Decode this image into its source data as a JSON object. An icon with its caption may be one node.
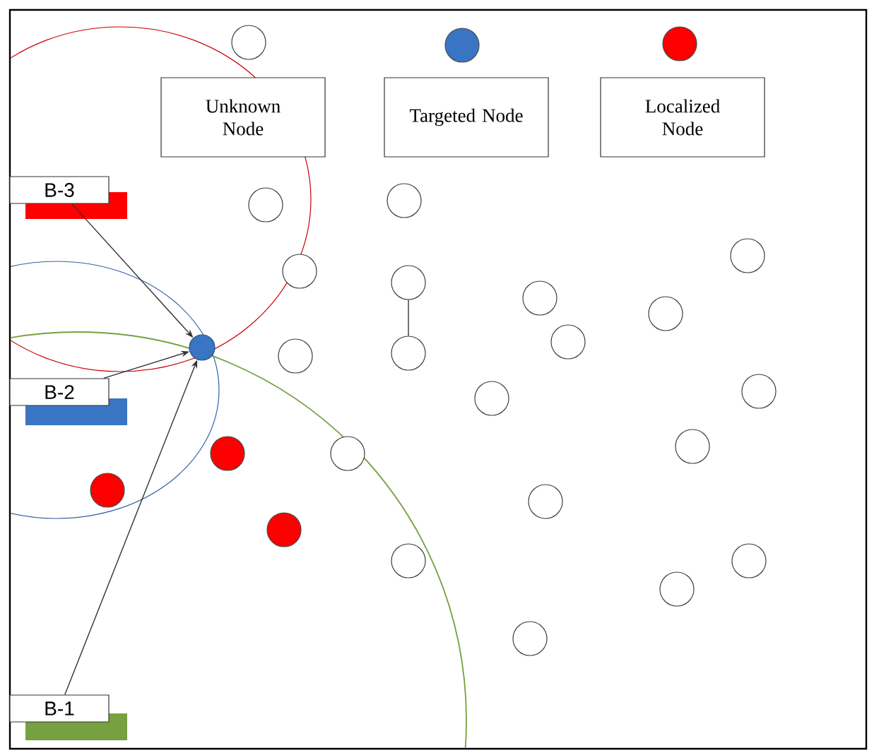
{
  "diagram": {
    "nodes": [
      {
        "text": [
          "B-3"
        ]
      },
      {
        "text": [
          "B-2"
        ]
      },
      {
        "text": [
          "B-1"
        ]
      },
      {
        "text": [],
        "shape": "circle"
      },
      {
        "text": [],
        "shape": "circle"
      },
      {
        "text": [],
        "shape": "circle"
      },
      {
        "text": [],
        "shape": "circle"
      },
      {
        "text": [],
        "shape": "circle"
      },
      {
        "text": [],
        "shape": "circle"
      },
      {
        "text": [],
        "shape": "circle"
      },
      {
        "text": [],
        "shape": "circle"
      },
      {
        "text": [],
        "shape": "circle"
      },
      {
        "text": [],
        "shape": "circle"
      },
      {
        "text": [],
        "shape": "circle"
      },
      {
        "text": [],
        "shape": "circle"
      },
      {
        "text": [],
        "shape": "circle"
      },
      {
        "text": [],
        "shape": "circle"
      },
      {
        "text": [],
        "shape": "circle"
      },
      {
        "text": [],
        "shape": "circle"
      },
      {
        "text": [],
        "shape": "circle"
      },
      {
        "text": [],
        "shape": "circle"
      },
      {
        "text": [],
        "shape": "circle"
      },
      {
        "text": [],
        "shape": "circle"
      },
      {
        "text": [],
        "shape": "circle"
      },
      {
        "text": [],
        "shape": "circle"
      },
      {
        "text": [],
        "shape": "circle"
      }
    ],
    "edges": [
      {
        "from": 0,
        "to": 3,
        "arrow": "to"
      },
      {
        "from": 1,
        "to": 3,
        "arrow": "to"
      },
      {
        "from": 2,
        "to": 3,
        "arrow": "to"
      },
      {
        "from": 8,
        "to": 13,
        "arrow": "none"
      }
    ],
    "legend": [
      {
        "text": "Unknown Node"
      },
      {
        "text": "Targeted Node",
        "color": "#3a75c4"
      },
      {
        "text": "Localized Node",
        "color": "#ff0000"
      }
    ]
  }
}
